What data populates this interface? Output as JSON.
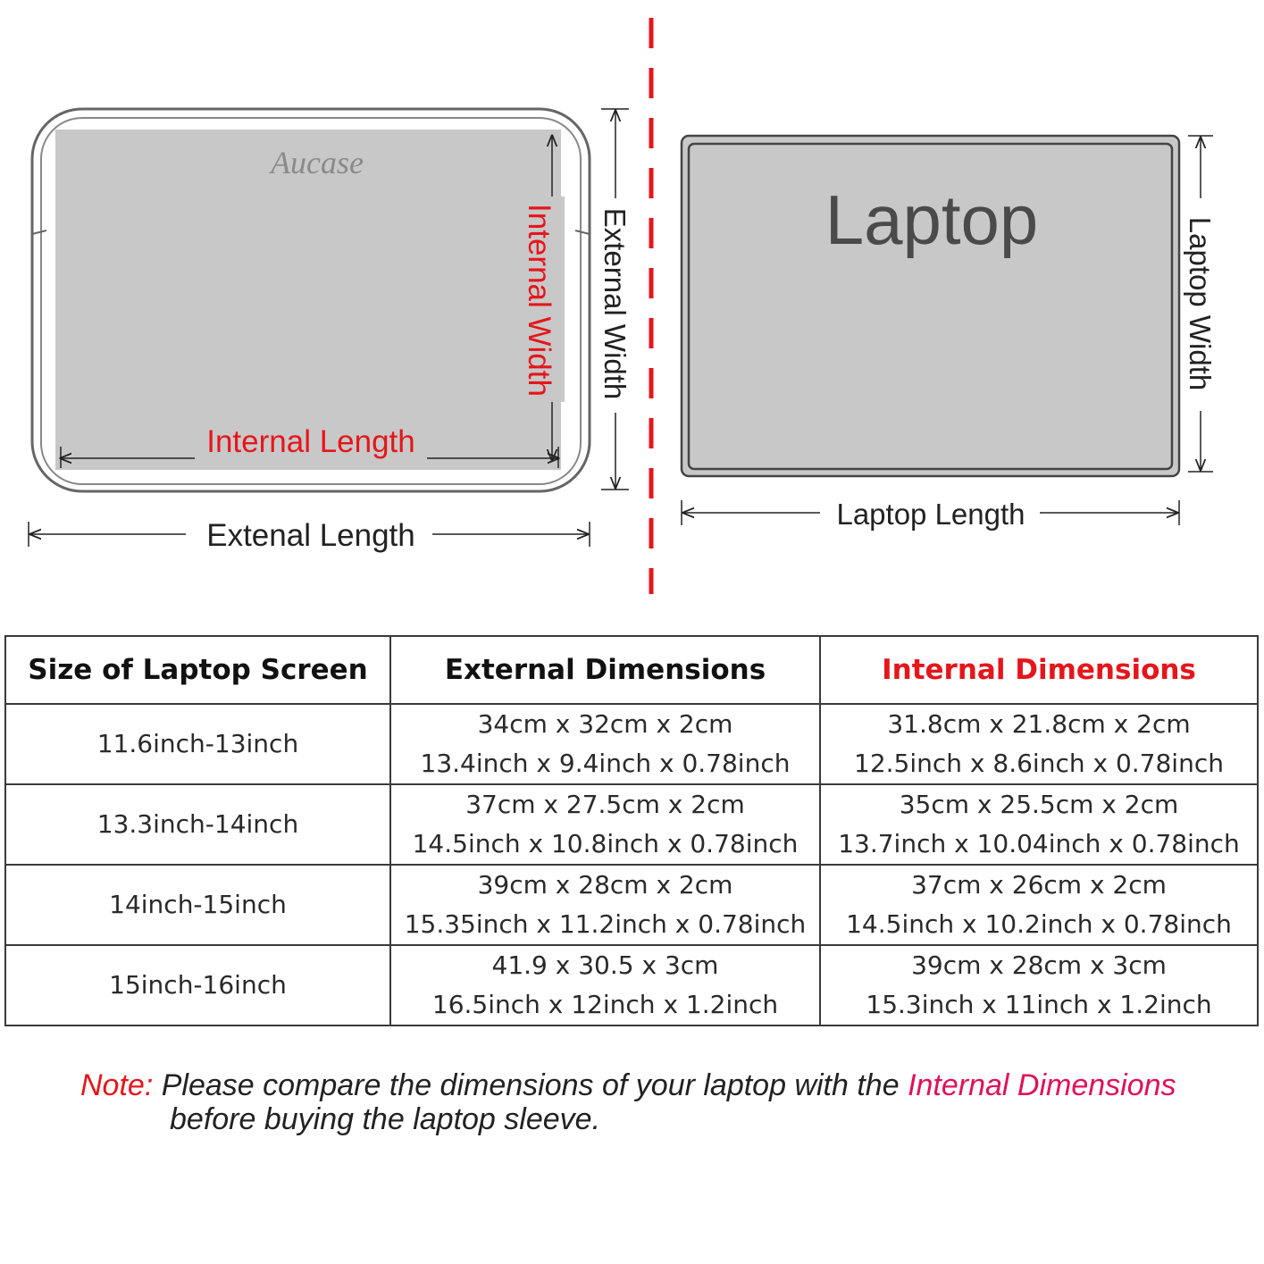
{
  "diagram": {
    "sleeve": {
      "brand": "Aucase",
      "internal_length_label": "Internal Length",
      "internal_width_label": "Internal Width",
      "external_width_label": "External Width",
      "external_length_label": "Extenal Length"
    },
    "laptop": {
      "title": "Laptop",
      "width_label": "Laptop Width",
      "length_label": "Laptop Length"
    },
    "colors": {
      "accent": "#e5161b",
      "panel": "#c8c8c8",
      "frame": "#555555"
    }
  },
  "table": {
    "headers": [
      "Size of Laptop Screen",
      "External Dimensions",
      "Internal Dimensions"
    ],
    "rows": [
      {
        "size": "11.6inch-13inch",
        "external": [
          "34cm x 32cm x 2cm",
          "13.4inch x 9.4inch x 0.78inch"
        ],
        "internal": [
          "31.8cm x 21.8cm x 2cm",
          "12.5inch x 8.6inch x 0.78inch"
        ]
      },
      {
        "size": "13.3inch-14inch",
        "external": [
          "37cm x 27.5cm x 2cm",
          "14.5inch x 10.8inch x 0.78inch"
        ],
        "internal": [
          "35cm x 25.5cm x 2cm",
          "13.7inch x 10.04inch x 0.78inch"
        ]
      },
      {
        "size": "14inch-15inch",
        "external": [
          "39cm x 28cm x 2cm",
          "15.35inch x 11.2inch x 0.78inch"
        ],
        "internal": [
          "37cm x 26cm x 2cm",
          "14.5inch x 10.2inch x 0.78inch"
        ]
      },
      {
        "size": "15inch-16inch",
        "external": [
          "41.9 x 30.5 x 3cm",
          "16.5inch x 12inch x 1.2inch"
        ],
        "internal": [
          "39cm x 28cm x 3cm",
          "15.3inch x 11inch x 1.2inch"
        ]
      }
    ]
  },
  "note": {
    "prefix": "Note:",
    "text": " Please compare the dimensions of your laptop with the ",
    "highlight": "Internal Dimensions",
    "suffix": "before buying the laptop sleeve."
  }
}
